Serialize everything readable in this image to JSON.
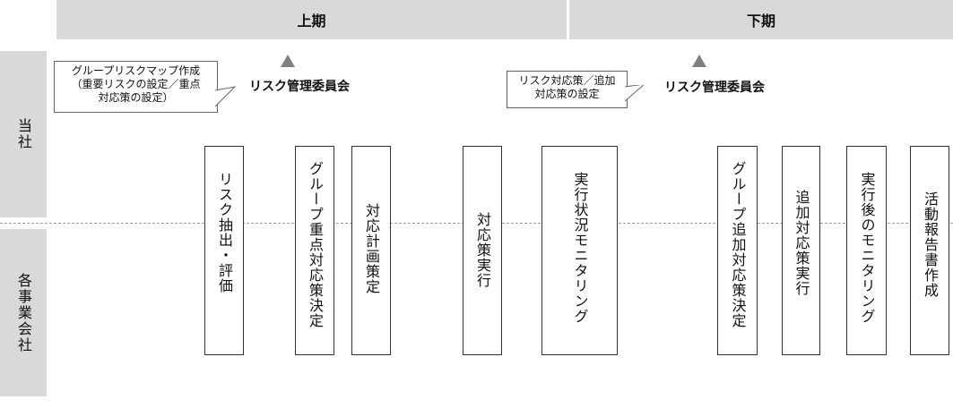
{
  "periods": {
    "first_half": "上期",
    "second_half": "下期"
  },
  "rows": {
    "company": "当社",
    "subsidiaries": "各事業会社"
  },
  "committees": [
    {
      "label": "リスク管理委員会"
    },
    {
      "label": "リスク管理委員会"
    }
  ],
  "callouts": [
    "グループリスクマップ作成\n（重要リスクの設定／重点\n対応策の設定）",
    "リスク対応策／追加\n対応策の設定"
  ],
  "steps": [
    "リスク抽出・評価",
    "グループ重点対応策決定",
    "対応計画策定",
    "対応策実行",
    "実行状況モニタリング",
    "グループ追加対応策決定",
    "追加対応策実行",
    "実行後のモニタリング",
    "活動報告書作成"
  ],
  "colors": {
    "header_bg": "#d9d9d9",
    "triangle": "#808080"
  }
}
